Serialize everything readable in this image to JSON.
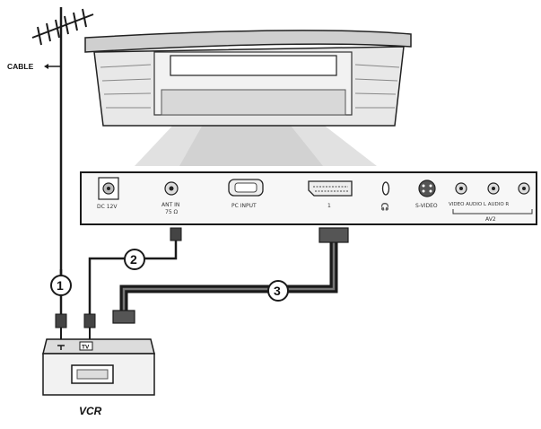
{
  "labels": {
    "cable": "CABLE",
    "vcr": "VCR",
    "tv_badge": "TV"
  },
  "callouts": [
    "1",
    "2",
    "3"
  ],
  "panel_ports": {
    "dc": "DC 12V",
    "antenna": "ANT IN",
    "antenna_sub": "75 Ω",
    "pc": "PC INPUT",
    "scart": "1",
    "headphone": "🎧",
    "svideo": "S-VIDEO",
    "av_group": "VIDEO AUDIO L AUDIO R",
    "av": "AV2"
  },
  "colors": {
    "line": "#1a1a1a",
    "panel_bg": "#f7f7f7",
    "beam": "#d9d9d9",
    "tv_body": "#e8e8e8"
  }
}
